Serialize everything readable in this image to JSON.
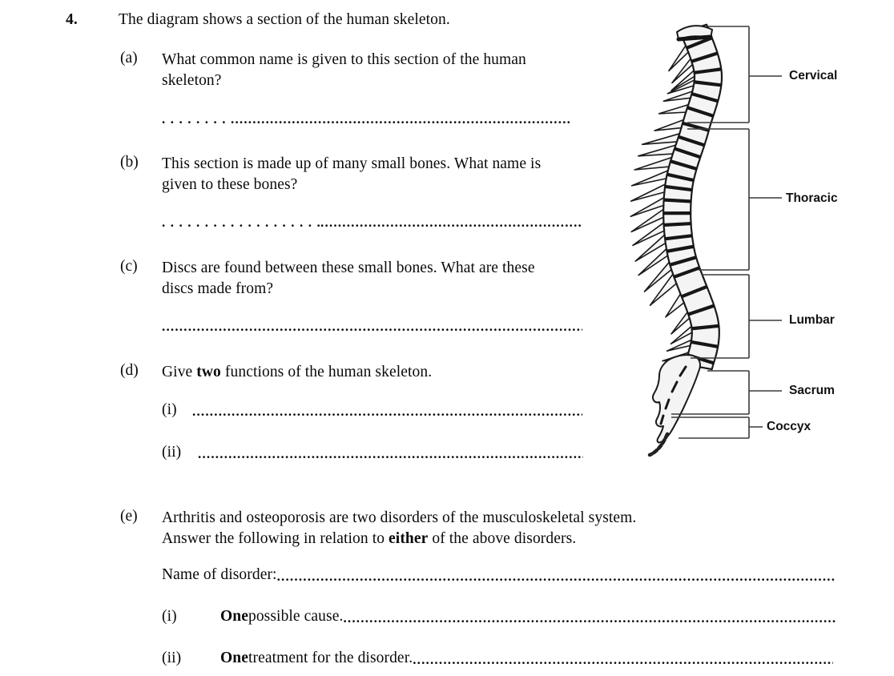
{
  "question": {
    "number": "4.",
    "intro": "The diagram shows a section of the human skeleton.",
    "parts": {
      "a": {
        "label": "(a)",
        "line1": "What common name is given to this section of the human",
        "line2": "skeleton?"
      },
      "b": {
        "label": "(b)",
        "line1": "This section is made up of many small bones. What name is",
        "line2": "given to these bones?"
      },
      "c": {
        "label": "(c)",
        "line1": "Discs are found between these small bones. What are these",
        "line2": "discs made from?"
      },
      "d": {
        "label": "(d)",
        "prefix": "Give ",
        "bold": "two",
        "suffix": " functions of the human skeleton.",
        "sub_i": "(i)",
        "sub_ii": "(ii)"
      },
      "e": {
        "label": "(e)",
        "line1": "Arthritis and osteoporosis are two disorders of the musculoskeletal system.",
        "line2_prefix": "Answer the following in relation to ",
        "line2_bold": "either",
        "line2_suffix": " of the above disorders.",
        "name_label": "Name of disorder: ",
        "sub_i_label": "(i)",
        "sub_i_bold": "One",
        "sub_i_text": " possible cause. ",
        "sub_ii_label": "(ii)",
        "sub_ii_bold": "One",
        "sub_ii_text": " treatment for the disorder. "
      }
    }
  },
  "diagram": {
    "labels": {
      "cervical": "Cervical",
      "thoracic": "Thoracic",
      "lumbar": "Lumbar",
      "sacrum": "Sacrum",
      "coccyx": "Coccyx"
    }
  },
  "dots": {
    "wide": "..............................",
    "dense": ".........................................................................................................................................................................."
  },
  "colors": {
    "ink": "#0a0a0a",
    "diagram_line": "#1a1a1a",
    "bone_fill": "#f4f4f4"
  }
}
